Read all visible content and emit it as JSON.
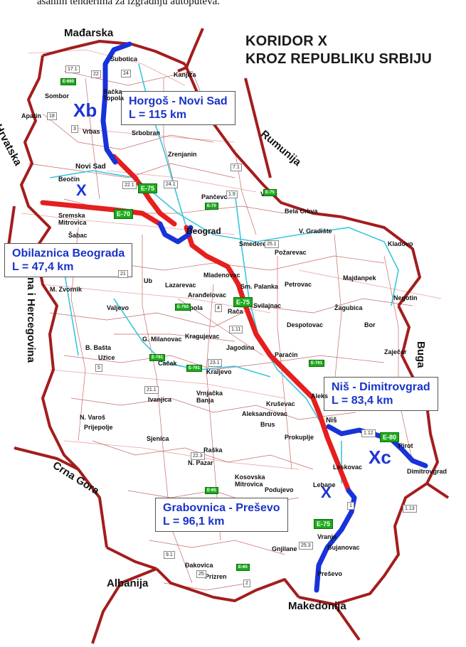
{
  "caption": "asanim tenderima za izgradnju autoputeva.",
  "title": {
    "line1": "KORIDOR X",
    "line2": "KROZ REPUBLIKU SRBIJU"
  },
  "countries": {
    "hungary": "Mađarska",
    "croatia": "Hrvatska",
    "romania": "Rumunija",
    "bosnia": "na i Hercegovina",
    "bulgaria": "Buga",
    "montenegro": "Crna Gora",
    "albania": "Albanija",
    "macedonia": "Makedonija"
  },
  "routes": {
    "horgos": {
      "name": "Horgoš - Novi Sad",
      "length": "L = 115 km"
    },
    "belgrade": {
      "name": "Obilaznica Beograda",
      "length": "L = 47,4 km"
    },
    "nis": {
      "name": "Niš - Dimitrovgrad",
      "length": "L = 83,4 km"
    },
    "grabovnica": {
      "name": "Grabovnica - Preševo",
      "length": "L = 96,1 km"
    }
  },
  "corridors": {
    "xb": "Xb",
    "x_north": "X",
    "xc": "Xc",
    "x_south": "X"
  },
  "cities": {
    "subotica": "Subotica",
    "kanjiza": "Kanjiža",
    "backa_topola": "Bačka Topola",
    "sombor": "Sombor",
    "apatin": "Apatin",
    "vrbas": "Vrbas",
    "srbobran": "Srbobran",
    "zrenjanin": "Zrenjanin",
    "novi_sad": "Novi Sad",
    "beocin": "Beočin",
    "vrsac": "Vršac",
    "bela_crkva": "Bela Crkva",
    "pancevo": "Pančevo",
    "sremska_mitrovica": "Sremska Mitrovica",
    "sabac": "Šabac",
    "beograd": "Beograd",
    "v_gradiste": "V. Gradište",
    "kladovo": "Kladovo",
    "smederevo": "Smederevo",
    "pozarevac": "Požarevac",
    "mladenovac": "Mladenovac",
    "s_palanka": "Sm. Palanka",
    "petrovac": "Petrovac",
    "majdanpek": "Majdanpek",
    "negotin": "Negotin",
    "m_zvornik": "M. Zvornik",
    "ub": "Ub",
    "lazarevac": "Lazarevac",
    "arandjelovac": "Aranđelovac",
    "valjevo": "Valjevo",
    "topola": "Topola",
    "raca": "Rača",
    "svilajnac": "Svilajnac",
    "zagubica": "Žagubica",
    "despotovac": "Despotovac",
    "bor": "Bor",
    "kragujevac": "Kragujevac",
    "jagodina": "Jagodina",
    "paracin": "Paraćin",
    "zajecar": "Zaječar",
    "b_basta": "B. Bašta",
    "g_milanovac": "G. Milanovac",
    "uzice": "Užice",
    "cacak": "Čačak",
    "kraljevo": "Kraljevo",
    "aleksinac": "Aleks",
    "ivanjica": "Ivanjica",
    "vrnjacka_banja": "Vrnjačka Banja",
    "krusevac": "Kruševac",
    "aleksandrovac": "Aleksandrovac",
    "nis": "Niš",
    "n_varos": "N. Varoš",
    "prijepolje": "Prijepolje",
    "brus": "Brus",
    "prokuplje": "Prokuplje",
    "sjenica": "Sjenica",
    "pirot": "Pirot",
    "dimitrovgrad": "Dimitrovgrad",
    "raska": "Raška",
    "leskovac": "Leskovac",
    "n_pazar": "N. Pazar",
    "kosovska_mitrovica": "Kosovska Mitrovica",
    "podujevo": "Podujevo",
    "lebane": "Lebane",
    "vranje": "Vranje",
    "gnjilane": "Gnjilane",
    "bujanovac": "Bujanovac",
    "djakovica": "Đakovica",
    "presevo": "Preševo",
    "prizren": "Prizren"
  },
  "eroads": {
    "e75_ns": "E-75",
    "e70": "E-70",
    "e75_c": "E-75",
    "e80": "E-80",
    "e75_s": "E-75",
    "e660": "E-660",
    "e70b": "E-70",
    "e763": "E-763",
    "e761a": "E-761",
    "e761b": "E-761",
    "e761c": "E-761",
    "e65a": "E-65",
    "e65b": "E-65",
    "e75s2": "E-75"
  },
  "road_numbers": {
    "r17": "17.1",
    "r22a": "22",
    "r24a": "24",
    "r18": "18",
    "r3": "3",
    "r22b": "22.1",
    "r241": "24.1",
    "r71": "7.1",
    "r19": "1.9",
    "r251": "25.1",
    "r21": "21",
    "r4": "4",
    "r5": "5",
    "r111": "1.11",
    "r231": "23.1",
    "r211": "21.1",
    "r223": "22.3",
    "r112": "1.12",
    "r113": "1.13",
    "r91": "9.1",
    "r253": "25.3",
    "r2": "2",
    "r1": "1",
    "r25": "25"
  }
}
